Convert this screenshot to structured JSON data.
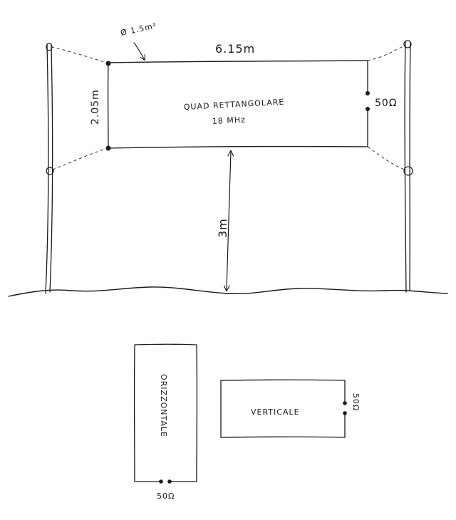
{
  "top_diagram": {
    "wire_size": "Ø 1.5m²",
    "width_label": "6.15m",
    "height_label": "2.05m",
    "title_line1": "QUAD RETTANGOLARE",
    "title_line2": "18 MHz",
    "impedance": "50Ω",
    "mast_height": "3m"
  },
  "bottom_left": {
    "polarization_label": "ORIZZONTALE",
    "impedance": "50Ω"
  },
  "bottom_right": {
    "polarization_label": "VERTICALE",
    "impedance": "50Ω"
  }
}
